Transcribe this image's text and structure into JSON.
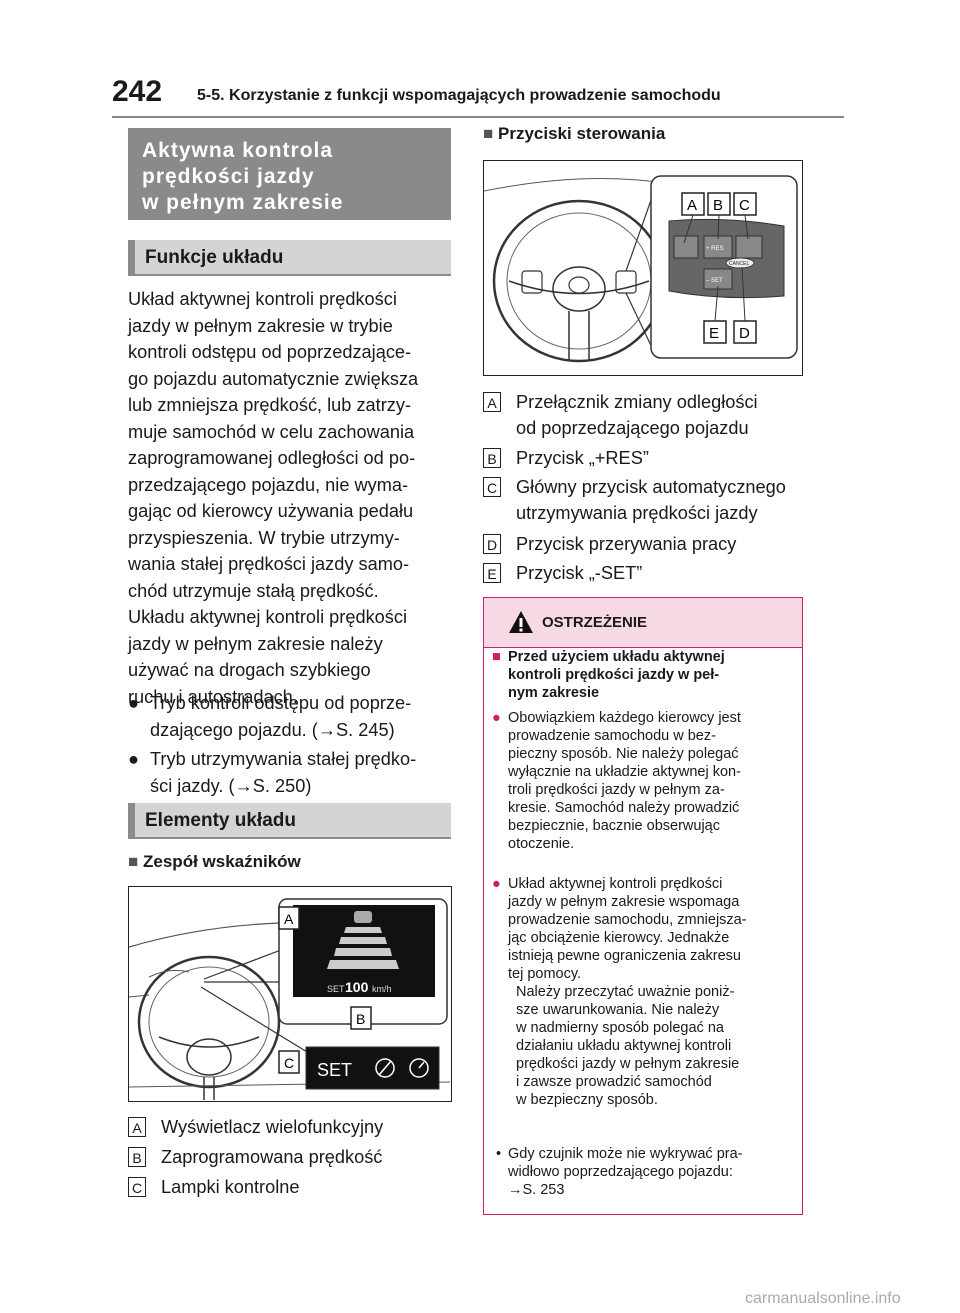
{
  "header": {
    "page_number": "242",
    "chapter_title": "5-5. Korzystanie z funkcji wspomagających prowadzenie samochodu"
  },
  "left": {
    "main_title_lines": [
      "Aktywna kontrola",
      "prędkości jazdy",
      "w pełnym zakresie"
    ],
    "funkcje_title": "Funkcje układu",
    "para1": "Układ aktywnej kontroli prędkości jazdy w pełnym zakresie w trybie kontroli odstępu od poprzedzające-go pojazdu automatycznie zwiększa lub zmniejsza prędkość, lub zatrzy-muje samochód w celu zachowania zaprogramowanej odległości od po-przedzającego pojazdu, nie wyma-gając od kierowcy używania pedału przyspieszenia. W trybie utrzymy-wania stałej prędkości jazdy samo-chód utrzymuje stałą prędkość.",
    "para1_lines": [
      "Układ aktywnej kontroli prędkości",
      "jazdy w pełnym zakresie w trybie",
      "kontroli odstępu od poprzedzające-",
      "go pojazdu automatycznie zwiększa",
      "lub zmniejsza prędkość, lub zatrzy-",
      "muje samochód w celu zachowania",
      "zaprogramowanej odległości od po-",
      "przedzającego pojazdu, nie wyma-",
      "gając od kierowcy używania pedału",
      "przyspieszenia. W trybie utrzymy-",
      "wania stałej prędkości jazdy samo-",
      "chód utrzymuje stałą prędkość."
    ],
    "para2_lines": [
      "Układu aktywnej kontroli prędkości",
      "jazdy w pełnym zakresie należy",
      "używać na drogach szybkiego",
      "ruchu i autostradach."
    ],
    "bullet1_lines": [
      "Tryb kontroli odstępu od poprze-",
      "dzającego pojazdu. (→S. 245)"
    ],
    "bullet2_lines": [
      "Tryb utrzymywania stałej prędko-",
      "ści jazdy. (→S. 250)"
    ],
    "elementy_title": "Elementy układu",
    "zespol_heading": "Zespół wskaźników",
    "fig1": {
      "label_a": "A",
      "label_b": "B",
      "label_c": "C",
      "display_set": "SET",
      "display_speed": "100",
      "display_unit": "km/h",
      "indicator_set": "SET"
    },
    "legend": [
      {
        "key": "A",
        "text": "Wyświetlacz wielofunkcyjny"
      },
      {
        "key": "B",
        "text": "Zaprogramowana prędkość"
      },
      {
        "key": "C",
        "text": "Lampki kontrolne"
      }
    ]
  },
  "right": {
    "przyciski_heading": "Przyciski sterowania",
    "fig2": {
      "label_a": "A",
      "label_b": "B",
      "label_c": "C",
      "label_d": "D",
      "label_e": "E",
      "btn_res": "+ RES",
      "btn_set": "– SET",
      "btn_cancel": "CANCEL"
    },
    "legend": [
      {
        "key": "A",
        "lines": [
          "Przełącznik zmiany odległości",
          "od poprzedzającego pojazdu"
        ]
      },
      {
        "key": "B",
        "lines": [
          "Przycisk „+RES”"
        ]
      },
      {
        "key": "C",
        "lines": [
          "Główny przycisk automatycznego",
          "utrzymywania prędkości jazdy"
        ]
      },
      {
        "key": "D",
        "lines": [
          "Przycisk przerywania pracy"
        ]
      },
      {
        "key": "E",
        "lines": [
          "Przycisk „-SET”"
        ]
      }
    ],
    "warning": {
      "title": "OSTRZEŻENIE",
      "heading_lines": [
        "Przed użyciem układu aktywnej",
        "kontroli prędkości jazdy w peł-",
        "nym zakresie"
      ],
      "item1_lines": [
        "Obowiązkiem każdego kierowcy jest",
        "prowadzenie samochodu w bez-",
        "pieczny sposób. Nie należy polegać",
        "wyłącznie na układzie aktywnej kon-",
        "troli prędkości jazdy w pełnym za-",
        "kresie. Samochód należy prowadzić",
        "bezpiecznie, bacznie obserwując",
        "otoczenie."
      ],
      "item2_lines": [
        "Układ aktywnej kontroli prędkości",
        "jazdy w pełnym zakresie wspomaga",
        "prowadzenie samochodu, zmniejsza-",
        "jąc obciążenie kierowcy. Jednakże",
        "istnieją pewne ograniczenia zakresu",
        "tej pomocy.",
        "Należy przeczytać uważnie poniż-",
        "sze uwarunkowania. Nie należy",
        "w nadmierny sposób polegać na",
        "działaniu układu aktywnej kontroli",
        "prędkości jazdy w pełnym zakresie",
        "i zawsze prowadzić samochód",
        "w bezpieczny sposób."
      ],
      "note_lines": [
        "Gdy czujnik może nie wykrywać pra-",
        "widłowo poprzedzającego pojazdu:",
        "→S. 253"
      ]
    }
  },
  "footer": {
    "watermark": "carmanualsonline.info"
  }
}
